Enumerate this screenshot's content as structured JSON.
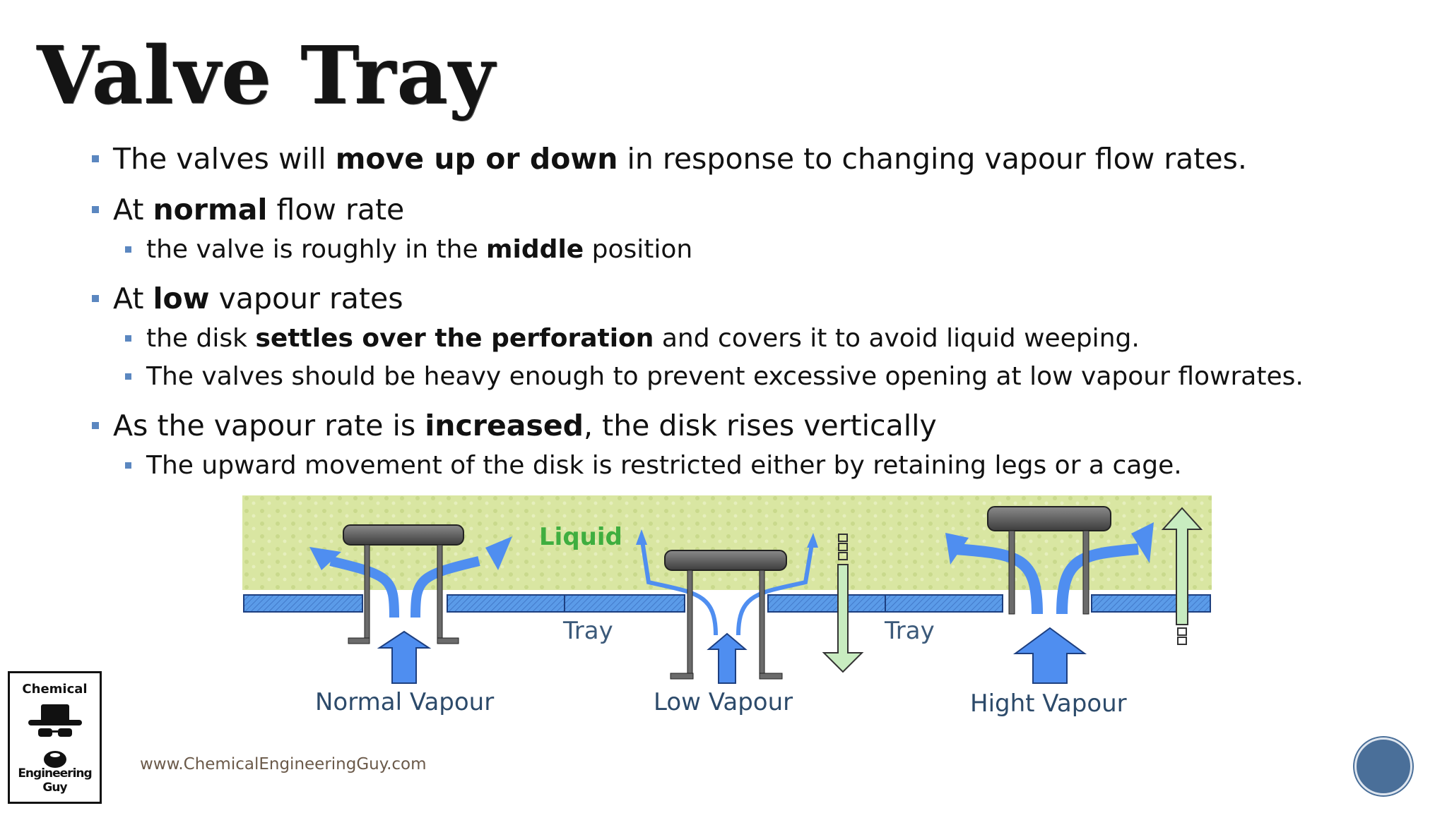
{
  "slide": {
    "title": "Valve Tray",
    "footer_url": "www.ChemicalEngineeringGuy.com",
    "logo": {
      "top_text": "Chemical",
      "bottom_text": "Engineering Guy"
    }
  },
  "bullets": [
    {
      "parts": [
        "The valves will ",
        "move up or down",
        " in response to changing vapour flow rates."
      ],
      "subs": []
    },
    {
      "parts": [
        "At ",
        "normal",
        " flow rate"
      ],
      "subs": [
        {
          "parts": [
            "the valve is roughly in the ",
            "middle",
            " position"
          ]
        }
      ]
    },
    {
      "parts": [
        "At ",
        "low",
        " vapour rates"
      ],
      "subs": [
        {
          "parts": [
            "the disk ",
            "settles over the perforation",
            " and covers it to avoid liquid weeping."
          ]
        },
        {
          "parts": [
            "The valves should be heavy enough to prevent excessive opening at low vapour flowrates.",
            "",
            ""
          ]
        }
      ]
    },
    {
      "parts": [
        "As the vapour rate is ",
        "increased",
        ", the disk rises vertically"
      ],
      "subs": [
        {
          "parts": [
            "The upward movement of the disk is restricted either by retaining legs or a cage.",
            "",
            ""
          ]
        }
      ]
    }
  ],
  "diagram": {
    "liquid_label": "Liquid",
    "tray_labels": [
      "Tray",
      "Tray"
    ],
    "valve_labels": [
      "Normal Vapour",
      "Low Vapour",
      "Hight Vapour"
    ],
    "colors": {
      "liquid_bg": "#d9e6a2",
      "tray": "#5b9be8",
      "vapour": "#4f8ef0",
      "valve": "#5c5c5c",
      "liquid_text": "#3fae3f",
      "liquid_arrow": "#c8ecc0"
    }
  }
}
